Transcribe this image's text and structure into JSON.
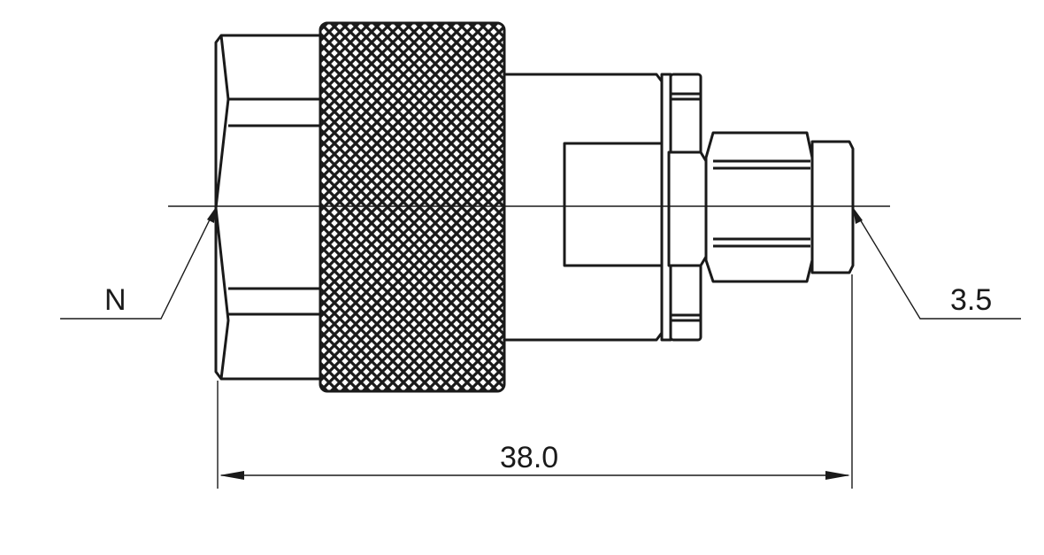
{
  "labels": {
    "left_connector": "N",
    "right_connector": "3.5",
    "overall_length": "38.0"
  },
  "colors": {
    "ink": "#1a1a1a",
    "background": "#ffffff"
  }
}
